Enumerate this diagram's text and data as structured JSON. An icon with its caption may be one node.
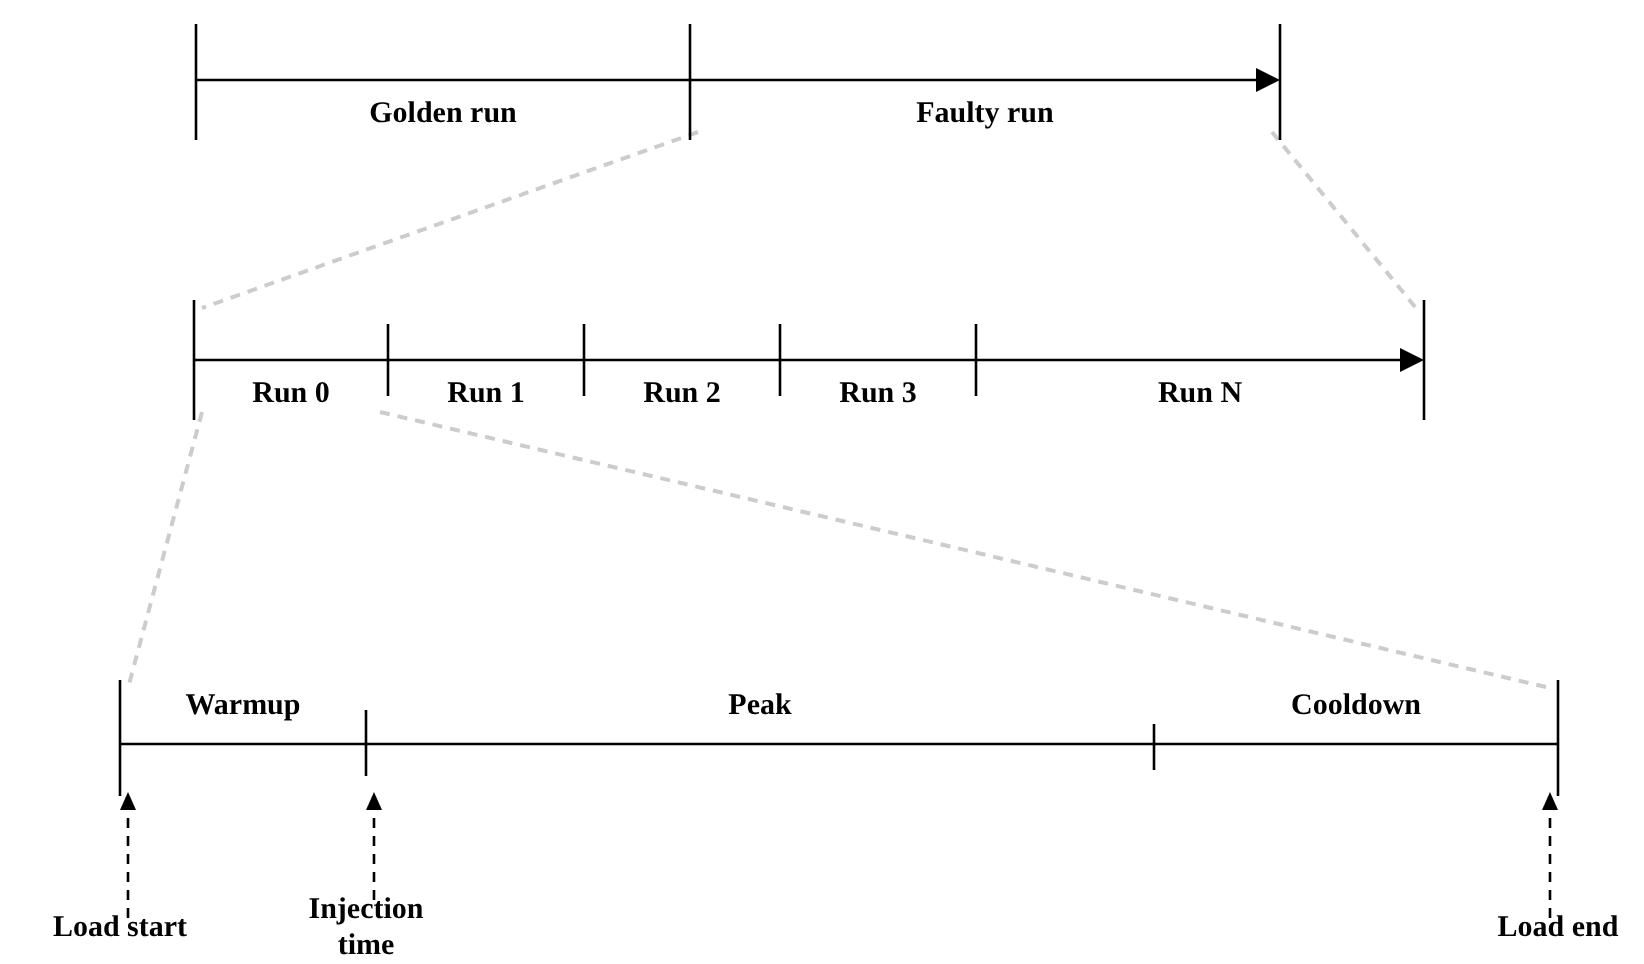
{
  "diagram": {
    "nodes": [
      {
        "text": [
          "Golden run"
        ]
      },
      {
        "text": [
          "Faulty run"
        ]
      },
      {
        "text": [
          "Run 0"
        ]
      },
      {
        "text": [
          "Run 1"
        ]
      },
      {
        "text": [
          "Run 2"
        ]
      },
      {
        "text": [
          "Run 3"
        ]
      },
      {
        "text": [
          "Run N"
        ]
      },
      {
        "text": [
          "Warmup"
        ]
      },
      {
        "text": [
          "Peak"
        ]
      },
      {
        "text": [
          "Cooldown"
        ]
      },
      {
        "text": [
          "Load start"
        ]
      },
      {
        "text": [
          "Injection time"
        ]
      },
      {
        "text": [
          "Load end"
        ]
      }
    ],
    "edges": [
      {
        "from": 1,
        "to": 2,
        "arrow": "none",
        "style": "dashed",
        "color": "#cccccc"
      },
      {
        "from": 1,
        "to": 6,
        "arrow": "none",
        "style": "dashed",
        "color": "#cccccc"
      },
      {
        "from": 2,
        "to": 7,
        "arrow": "none",
        "style": "dashed",
        "color": "#cccccc"
      },
      {
        "from": 2,
        "to": 9,
        "arrow": "none",
        "style": "dashed",
        "color": "#cccccc"
      },
      {
        "from": 10,
        "to": 7,
        "arrow": "to",
        "style": "dashed",
        "color": "#000000"
      },
      {
        "from": 11,
        "to": 8,
        "arrow": "to",
        "style": "dashed",
        "color": "#000000"
      },
      {
        "from": 12,
        "to": 9,
        "arrow": "to",
        "style": "dashed",
        "color": "#000000"
      }
    ]
  }
}
